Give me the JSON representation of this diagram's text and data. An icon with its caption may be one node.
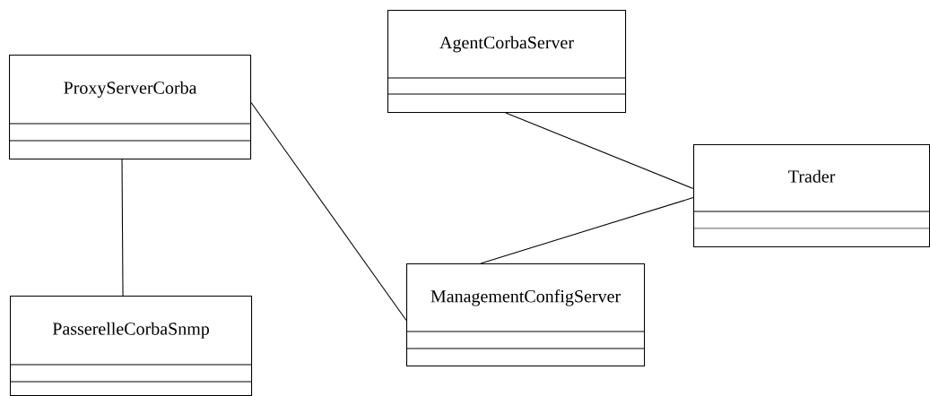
{
  "diagram": {
    "nodes": [
      {
        "text": [
          "AgentCorbaServer"
        ]
      },
      {
        "text": [
          "ProxyServerCorba"
        ]
      },
      {
        "text": [
          "Trader"
        ]
      },
      {
        "text": [
          "ManagementConfigServer"
        ]
      },
      {
        "text": [
          "PasserelleCorbaSnmp"
        ]
      }
    ],
    "edges": [
      {
        "from": 1,
        "to": 4,
        "arrow": "none"
      },
      {
        "from": 1,
        "to": 3,
        "arrow": "none"
      },
      {
        "from": 0,
        "to": 2,
        "arrow": "none"
      },
      {
        "from": 3,
        "to": 2,
        "arrow": "none"
      }
    ]
  }
}
